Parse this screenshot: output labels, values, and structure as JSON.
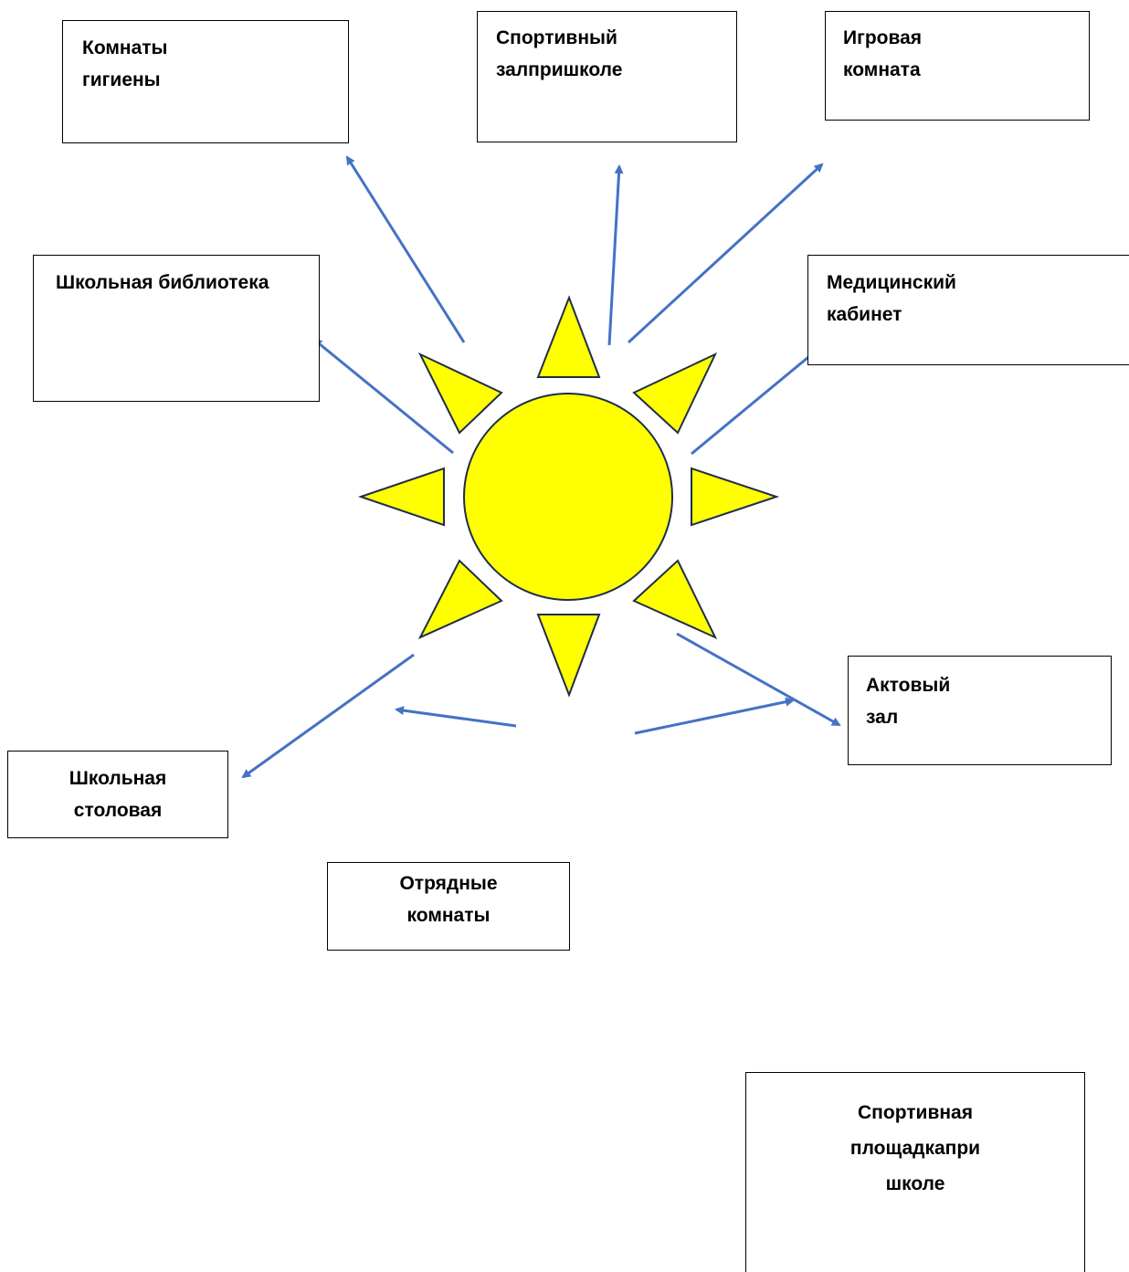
{
  "colors": {
    "sun_fill": "#ffff00",
    "sun_stroke": "#1f2d4d",
    "arrow": "#4472c4",
    "box_border": "#000000"
  },
  "boxes": {
    "hygiene": "Комнаты\nгигиены",
    "gym": "Спортивный\nзалпришколе",
    "playroom": "Игровая\nкомната",
    "library": "Школьная библиотека",
    "medical": "Медицинский\nкабинет",
    "hall": "Актовый\nзал",
    "canteen": "Школьная\nстоловая",
    "squad": "Отрядные\nкомнаты",
    "sportsground": "Спортивная\nплощадкапри\nшколе"
  }
}
